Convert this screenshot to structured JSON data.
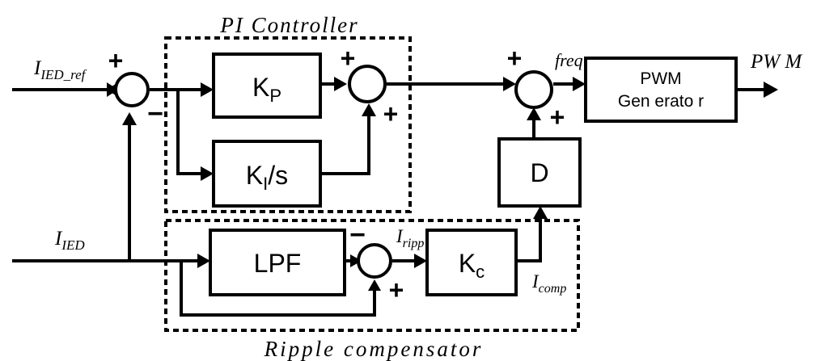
{
  "groups": {
    "pi_controller": "PI Controller",
    "ripple_compensator": "Ripple compensator"
  },
  "blocks": {
    "kp": {
      "main": "K",
      "sub": "P"
    },
    "ki": {
      "main": "K",
      "sub": "I",
      "suffix": "/s"
    },
    "lpf": "LPF",
    "kc": {
      "main": "K",
      "sub": "c"
    },
    "d": "D",
    "pwm": {
      "line1": "PWM",
      "line2": "Gen erato r"
    }
  },
  "signals": {
    "i_ied_ref": {
      "main": "I",
      "sub": "IED_ref"
    },
    "i_ied": {
      "main": "I",
      "sub": "IED"
    },
    "i_ripp": {
      "main": "I",
      "sub": "ripp"
    },
    "i_comp": {
      "main": "I",
      "sub": "comp"
    },
    "freq": "freq",
    "pwm_out": "PW M"
  },
  "signs": {
    "sum1_ref": "+",
    "sum1_fb": "−",
    "sum2_kp": "+",
    "sum2_ki": "+",
    "sum3_lpf": "−",
    "sum3_bypass": "+",
    "sum4_pi": "+",
    "sum4_d": "+"
  }
}
